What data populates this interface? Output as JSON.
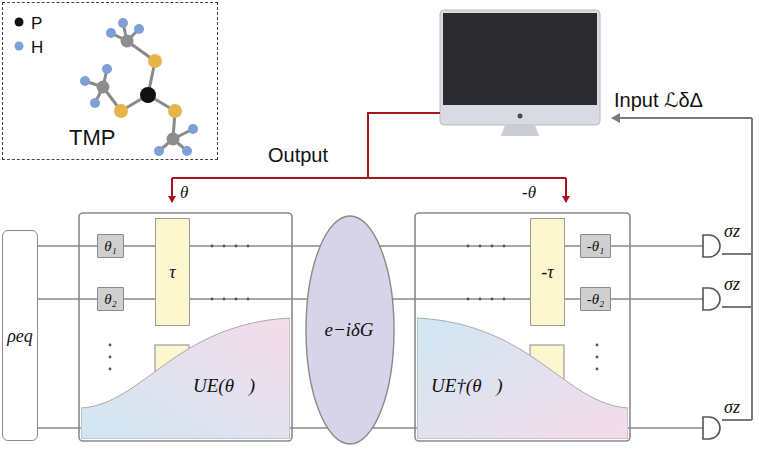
{
  "diagram": {
    "nodes": [
      {
        "text": [
          "P",
          "H",
          "TMP"
        ]
      },
      {
        "text": [
          "ρeq"
        ]
      },
      {
        "text": [
          "θ₁"
        ]
      },
      {
        "text": [
          "τ"
        ]
      },
      {
        "text": [
          "θ₂"
        ]
      },
      {
        "text": [
          "UE(θ⃗)"
        ]
      },
      {
        "text": [
          "e−iδG"
        ]
      },
      {
        "text": [
          "-τ"
        ]
      },
      {
        "text": [
          "-θ₁"
        ]
      },
      {
        "text": [
          "-θ₂"
        ]
      },
      {
        "text": [
          "UE†(θ⃗)"
        ]
      }
    ],
    "labels": [
      "Output",
      "θ⃗",
      "-θ⃗",
      "Input ℒδΔ",
      "σz",
      "σz",
      "σz"
    ]
  }
}
